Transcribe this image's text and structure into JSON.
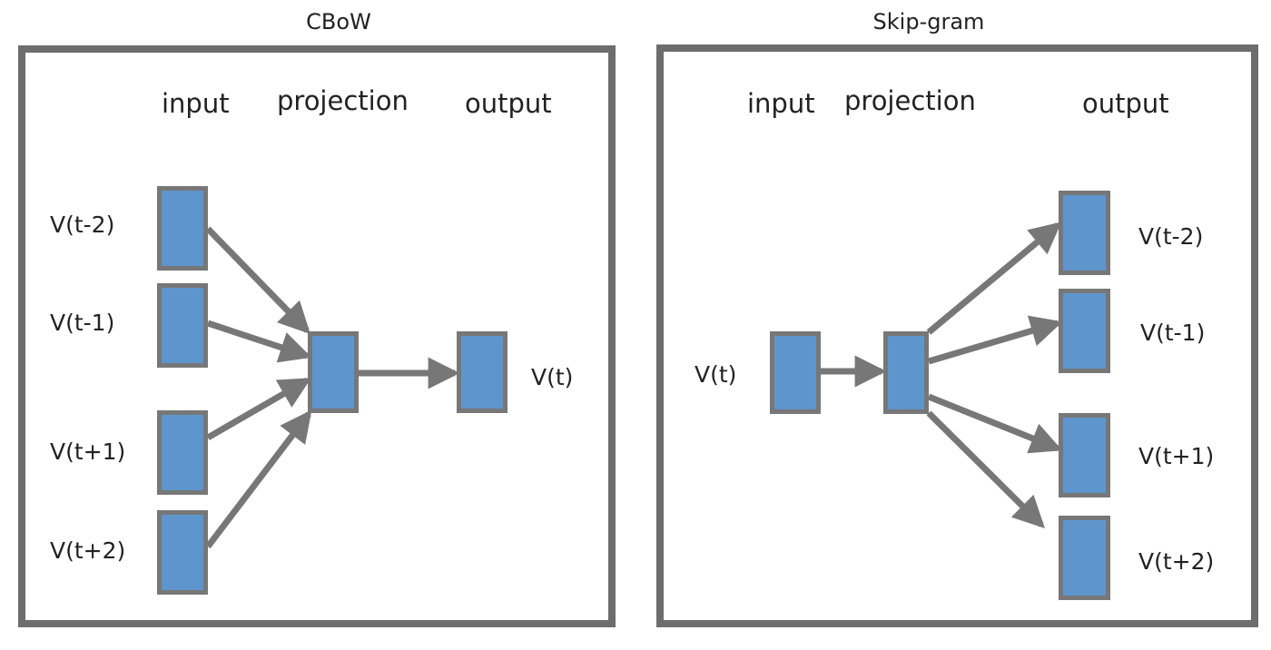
{
  "colors": {
    "frame": "#6d6d6d",
    "node_fill": "#5f95cd",
    "node_border": "#777777",
    "arrow": "#777777"
  },
  "cbow": {
    "title": "CBoW",
    "headers": {
      "input": "input",
      "projection": "projection",
      "output": "output"
    },
    "inputs": [
      "V(t-2)",
      "V(t-1)",
      "V(t+1)",
      "V(t+2)"
    ],
    "output": "V(t)"
  },
  "skipgram": {
    "title": "Skip-gram",
    "headers": {
      "input": "input",
      "projection": "projection",
      "output": "output"
    },
    "input": "V(t)",
    "outputs": [
      "V(t-2)",
      "V(t-1)",
      "V(t+1)",
      "V(t+2)"
    ]
  }
}
